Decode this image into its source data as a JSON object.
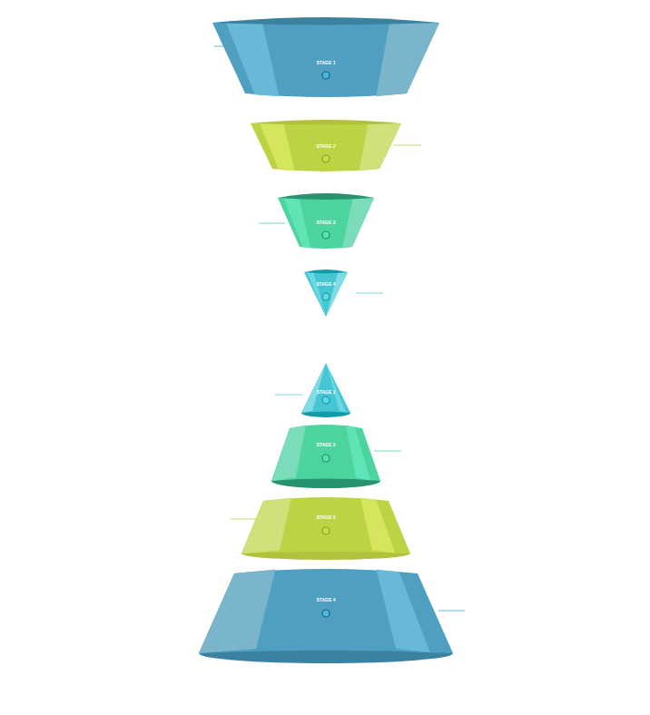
{
  "diagram": {
    "nodes": [
      {
        "text": [
          "STAGE 1"
        ]
      },
      {
        "text": [
          "STAGE 2"
        ]
      },
      {
        "text": [
          "STAGE 3"
        ]
      },
      {
        "text": [
          "STAGE 4"
        ]
      },
      {
        "text": [
          "STAGE 1"
        ]
      },
      {
        "text": [
          "STAGE 2"
        ]
      },
      {
        "text": [
          "STAGE 3"
        ]
      },
      {
        "text": [
          "STAGE 4"
        ]
      }
    ]
  }
}
